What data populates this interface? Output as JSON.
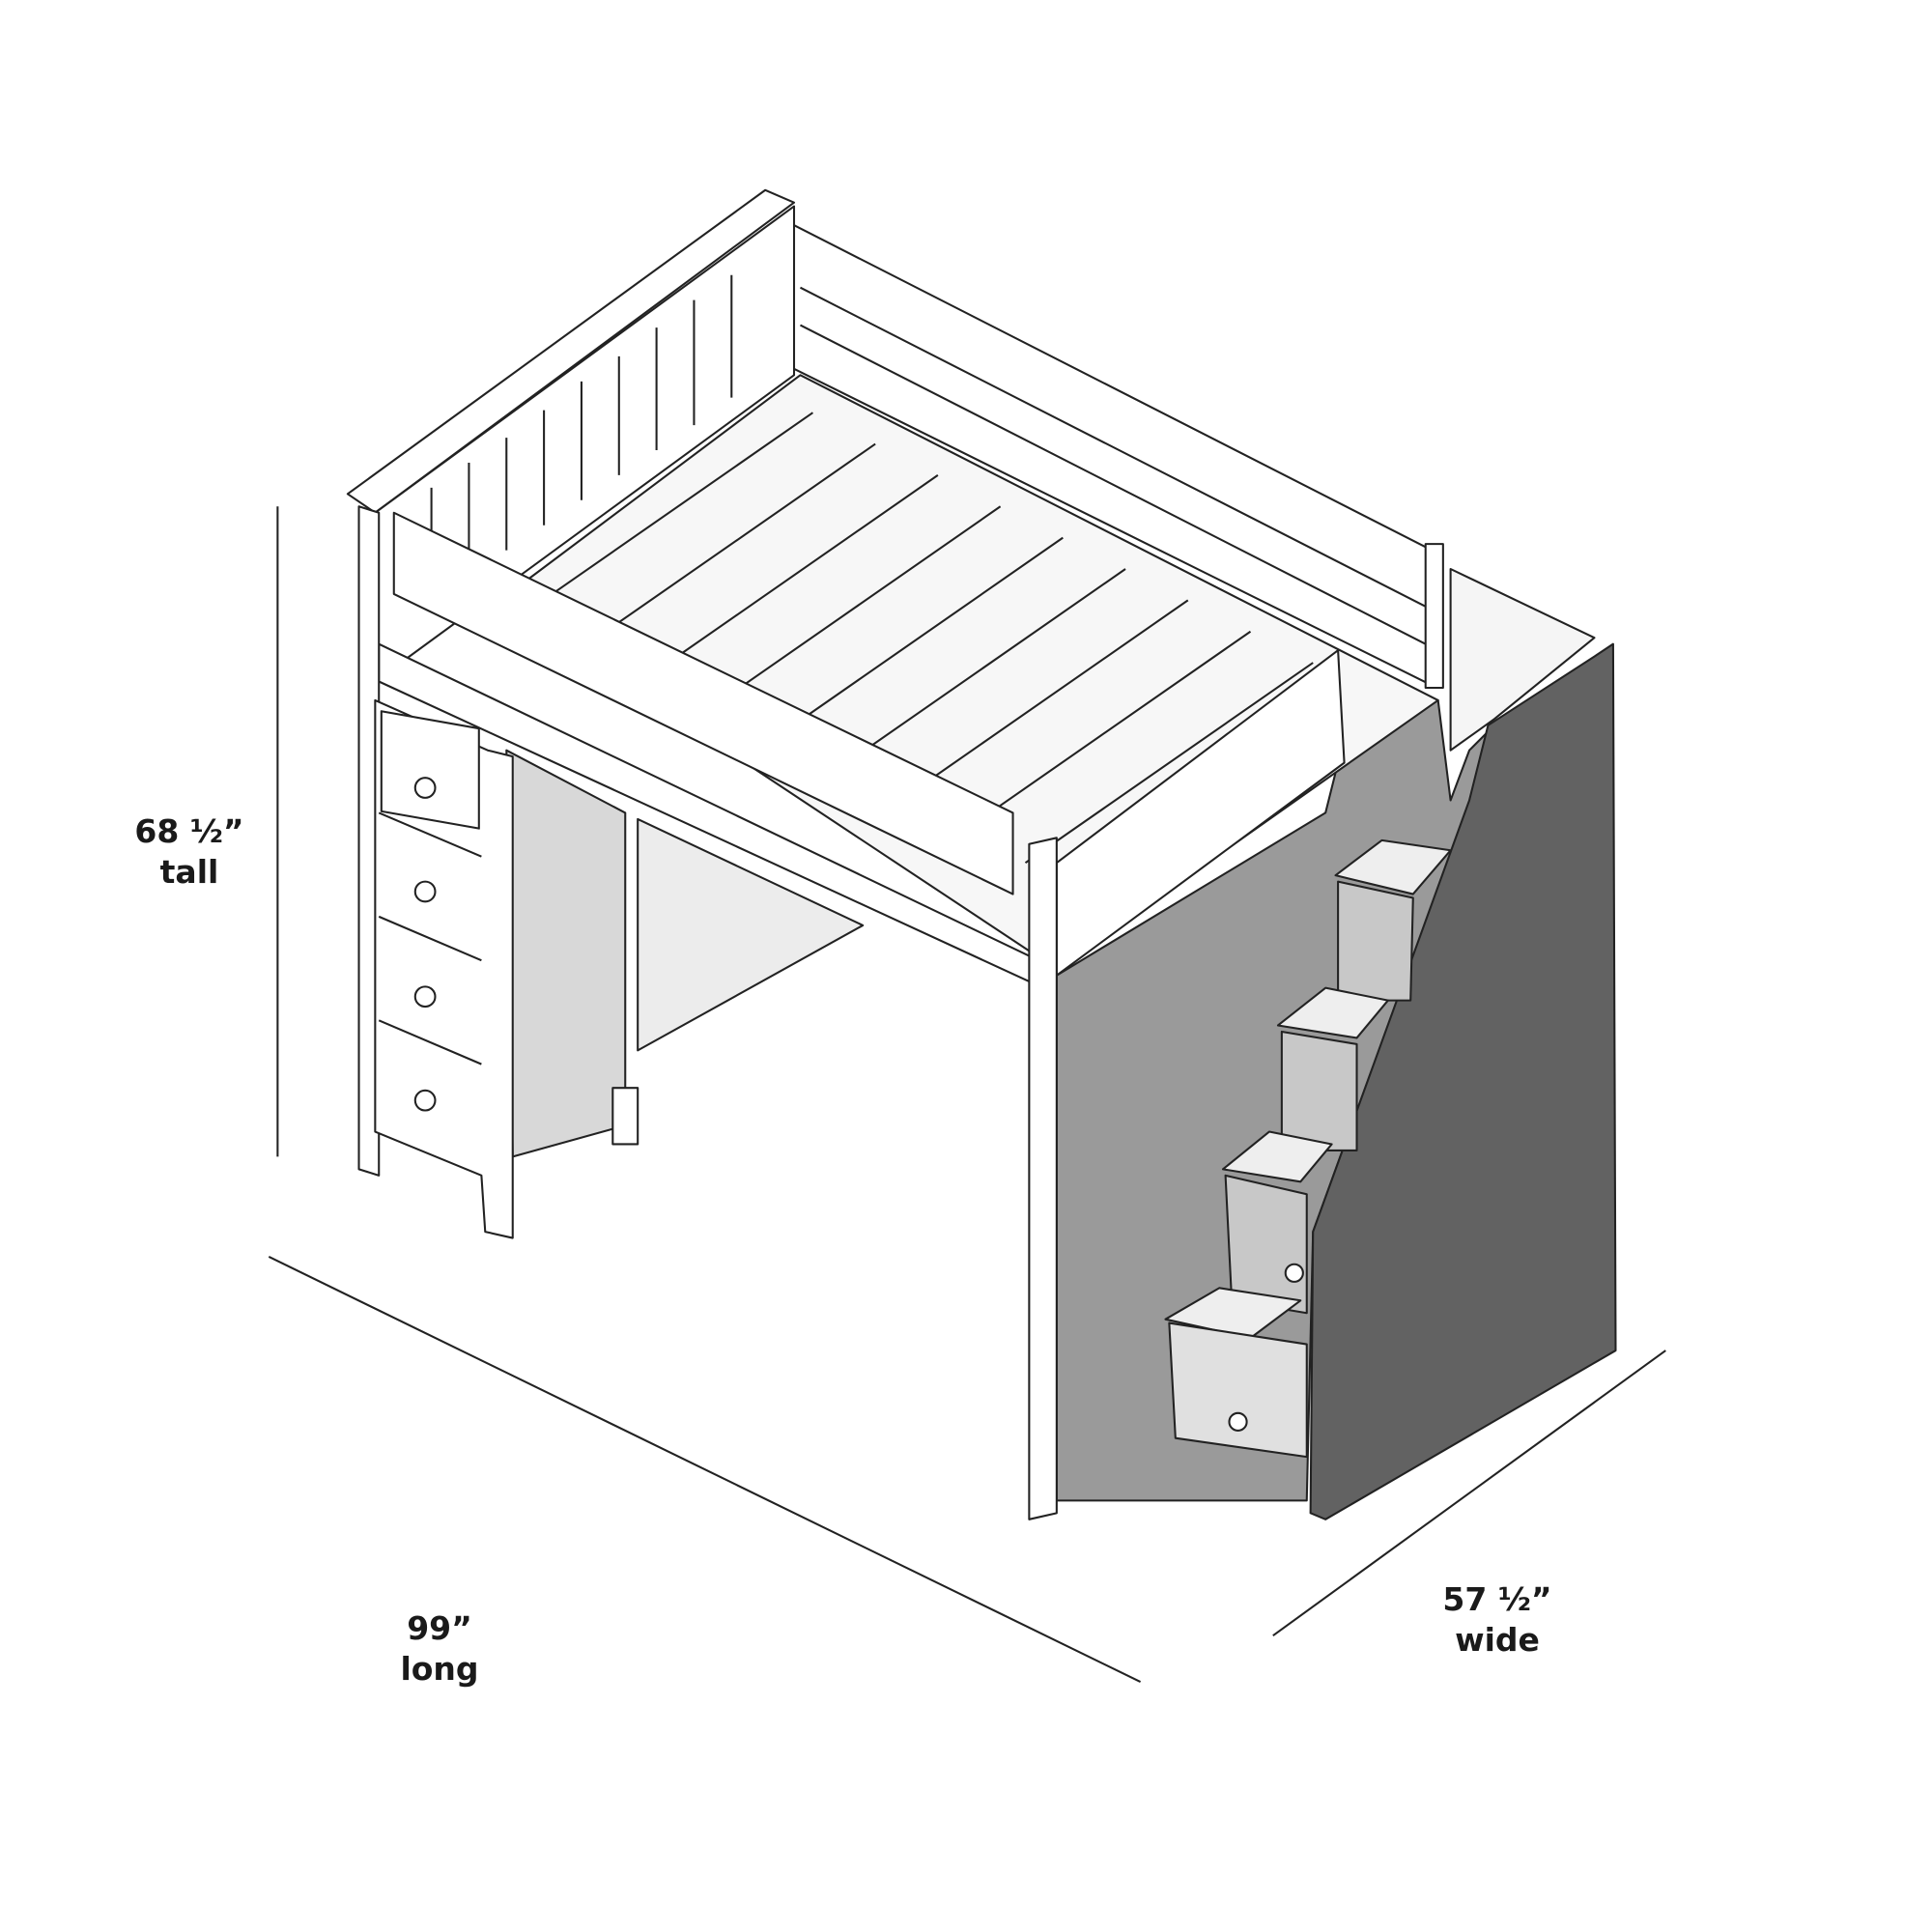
{
  "dimensions": {
    "height": {
      "value": "68 ½”",
      "unit_label": "tall"
    },
    "length": {
      "value": "99”",
      "unit_label": "long"
    },
    "width": {
      "value": "57 ½”",
      "unit_label": "wide"
    }
  },
  "colors": {
    "outline": "#222222",
    "panel_light": "#f2f2f2",
    "panel_mid": "#9a9a9a",
    "panel_dark": "#666666"
  }
}
